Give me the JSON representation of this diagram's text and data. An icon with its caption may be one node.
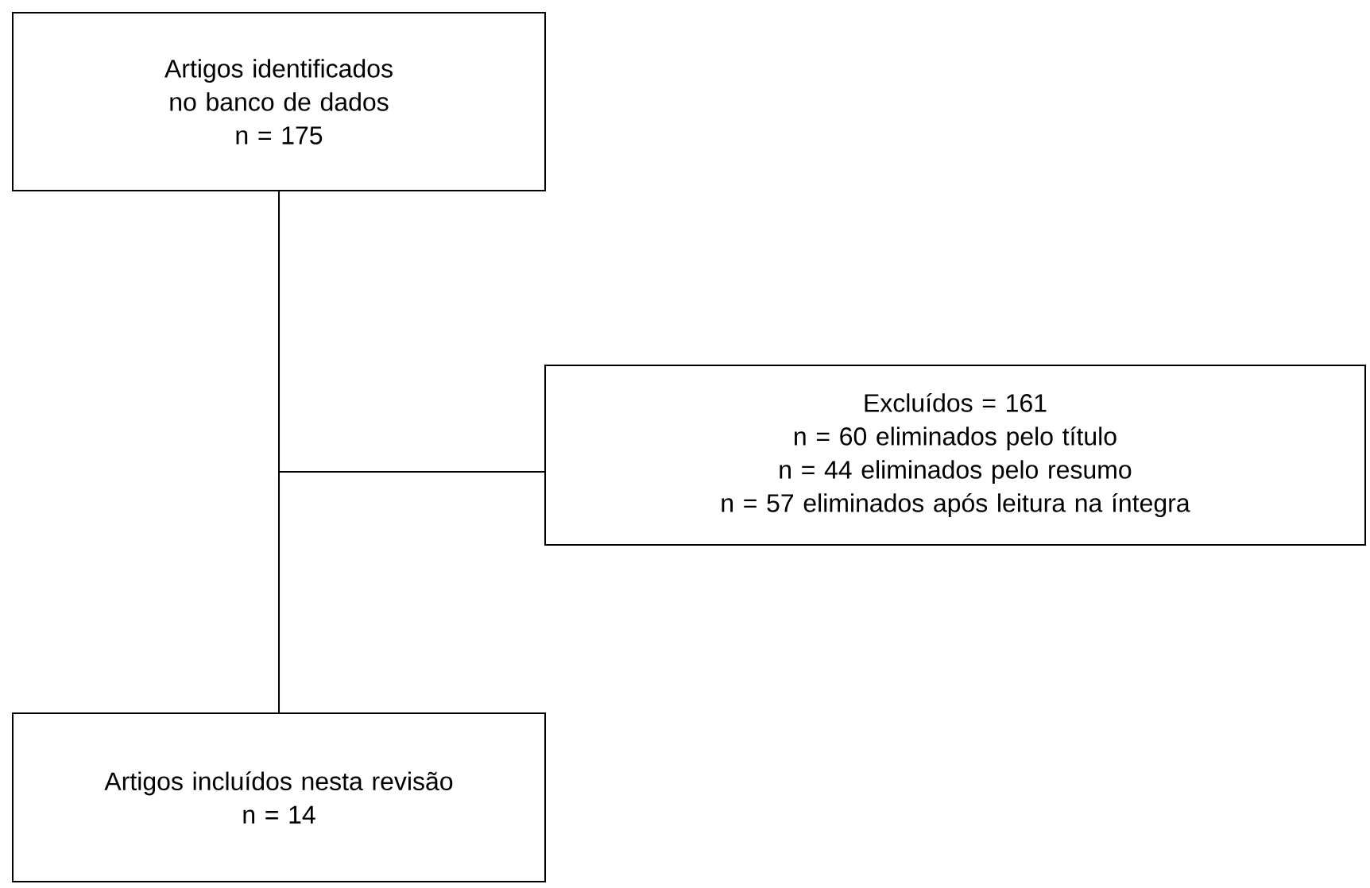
{
  "diagram": {
    "nodes": [
      {
        "text": [
          "Artigos identificados no banco de dados",
          "n = 175"
        ]
      },
      {
        "text": [
          "Excluídos = 161",
          "n = 60 eliminados pelo título",
          "n = 44 eliminados pelo resumo",
          "n = 57 eliminados após leitura na íntegra"
        ]
      },
      {
        "text": [
          "Artigos incluídos nesta revisão",
          "n = 14"
        ]
      }
    ],
    "edges": [
      {
        "from": 0,
        "to": 2,
        "arrow": "none"
      },
      {
        "from": 0,
        "to": 1,
        "arrow": "none"
      }
    ]
  }
}
